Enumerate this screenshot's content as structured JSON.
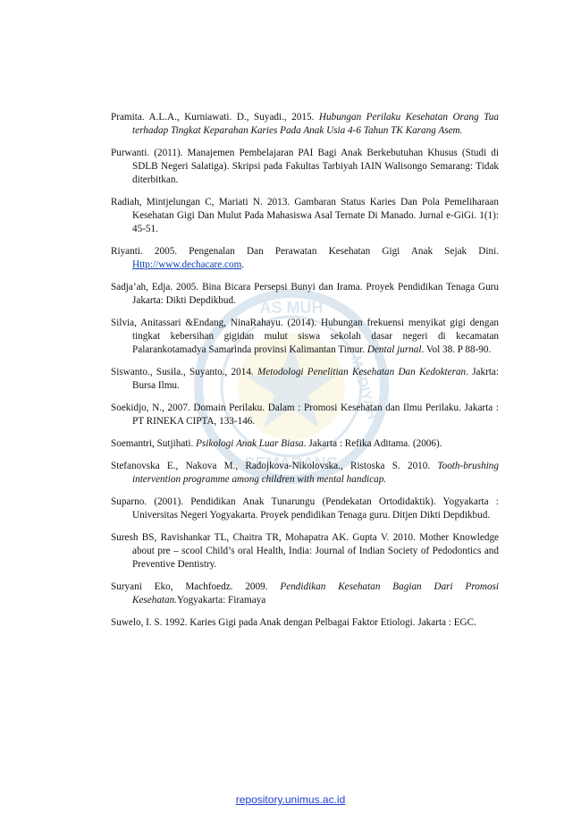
{
  "references": [
    {
      "p1": "Pramita. A.L.A., Kurniawati. D., Suyadi., 2015. ",
      "it": "Hubungan Perilaku Kesehatan Orang Tua terhadap Tingkat Keparahan Karies Pada Anak Usia 4-6 Tahun TK Karang Asem.",
      "p2": ""
    },
    {
      "p1": "Purwanti. (2011). Manajemen Pembelajaran PAI Bagi Anak Berkebutuhan Khusus (Studi di SDLB Negeri Salatiga). Skripsi pada Fakultas Tarbiyah IAIN Walisongo Semarang: Tidak diterbitkan.",
      "it": "",
      "p2": ""
    },
    {
      "p1": "Radiah, Mintjelungan C, Mariati N. 2013. Gambaran Status Karies Dan Pola Pemeliharaan Kesehatan Gigi Dan Mulut Pada Mahasiswa Asal Ternate Di Manado. Jurnal e-GiGi. 1(1): 45-51.",
      "it": "",
      "p2": ""
    },
    {
      "p1": "Riyanti. 2005. Pengenalan Dan Perawatan Kesehatan Gigi Anak Sejak Dini. ",
      "link": "Http://www.dechacare.com",
      "p2": "."
    },
    {
      "p1": "Sadja’ah, Edja. 2005. Bina Bicara Persepsi Bunyi dan Irama. Proyek Pendidikan Tenaga Guru Jakarta: Dikti Depdikbud.",
      "it": "",
      "p2": ""
    },
    {
      "p1": "Silvia, Anitassari &Endang, NinaRahayu. (2014). Hubungan frekuensi menyikat gigi dengan tingkat kebersihan gigidan mulut siswa sekolah dasar negeri di kecamatan Palarankotamadya Samarinda provinsi Kalimantan Timur. ",
      "it": "Dental jurnal",
      "p2": ". Vol 38. P 88-90."
    },
    {
      "p1": "Siswanto., Susila., Suyanto., 2014. ",
      "it": "Metodologi Penelitian Kesehatan Dan Kedokteran",
      "p2": ". Jakrta: Bursa Ilmu."
    },
    {
      "p1": "Soekidjo, N., 2007. Domain Perilaku. Dalam : Promosi Kesehatan dan Ilmu Perilaku. Jakarta : PT RINEKA CIPTA, 133-146.",
      "it": "",
      "p2": ""
    },
    {
      "p1": "Soemantri, Sutjihati. ",
      "it": "Psikologi Anak Luar Biasa",
      "p2": ". Jakarta : Refika Aditama. (2006)."
    },
    {
      "p1": "Stefanovska E., Nakova M., Radojkova-Nikolovska., Ristoska S. 2010. ",
      "it": "Tooth-brushing intervention programme among children with mental handicap.",
      "p2": ""
    },
    {
      "p1": "Suparno. (2001). Pendidikan Anak Tunarungu (Pendekatan Ortodidaktik). Yogyakarta : Universitas Negeri Yogyakarta. Proyek pendidikan Tenaga guru. Ditjen Dikti Depdikbud.",
      "it": "",
      "p2": ""
    },
    {
      "p1": "Suresh BS, Ravishankar TL, Chaitra TR, Mohapatra AK. Gupta V. 2010. Mother Knowledge about pre – scool Child’s oral Health, India: Journal of Indian Society of Pedodontics and Preventive Dentistry.",
      "it": "",
      "p2": ""
    },
    {
      "p1": "Suryani Eko, Machfoedz. 2009. ",
      "it": "Pendidikan Kesehatan Bagian Dari Promosi Kesehatan.",
      "p2": "Yogyakarta: Firamaya"
    },
    {
      "p1": "Suwelo, I. S. 1992. Karies Gigi pada Anak dengan Pelbagai Faktor Etiologi. Jakarta : EGC.",
      "it": "",
      "p2": ""
    }
  ],
  "watermark": {
    "top_text": "AS MUH",
    "right_text": "MADIYAH",
    "bottom_text": "SEMARANG",
    "color": "#2e6da4",
    "accent": "#d8c43a"
  },
  "footer": {
    "text": "repository.unimus.ac.id",
    "color": "#1f3fd1"
  }
}
